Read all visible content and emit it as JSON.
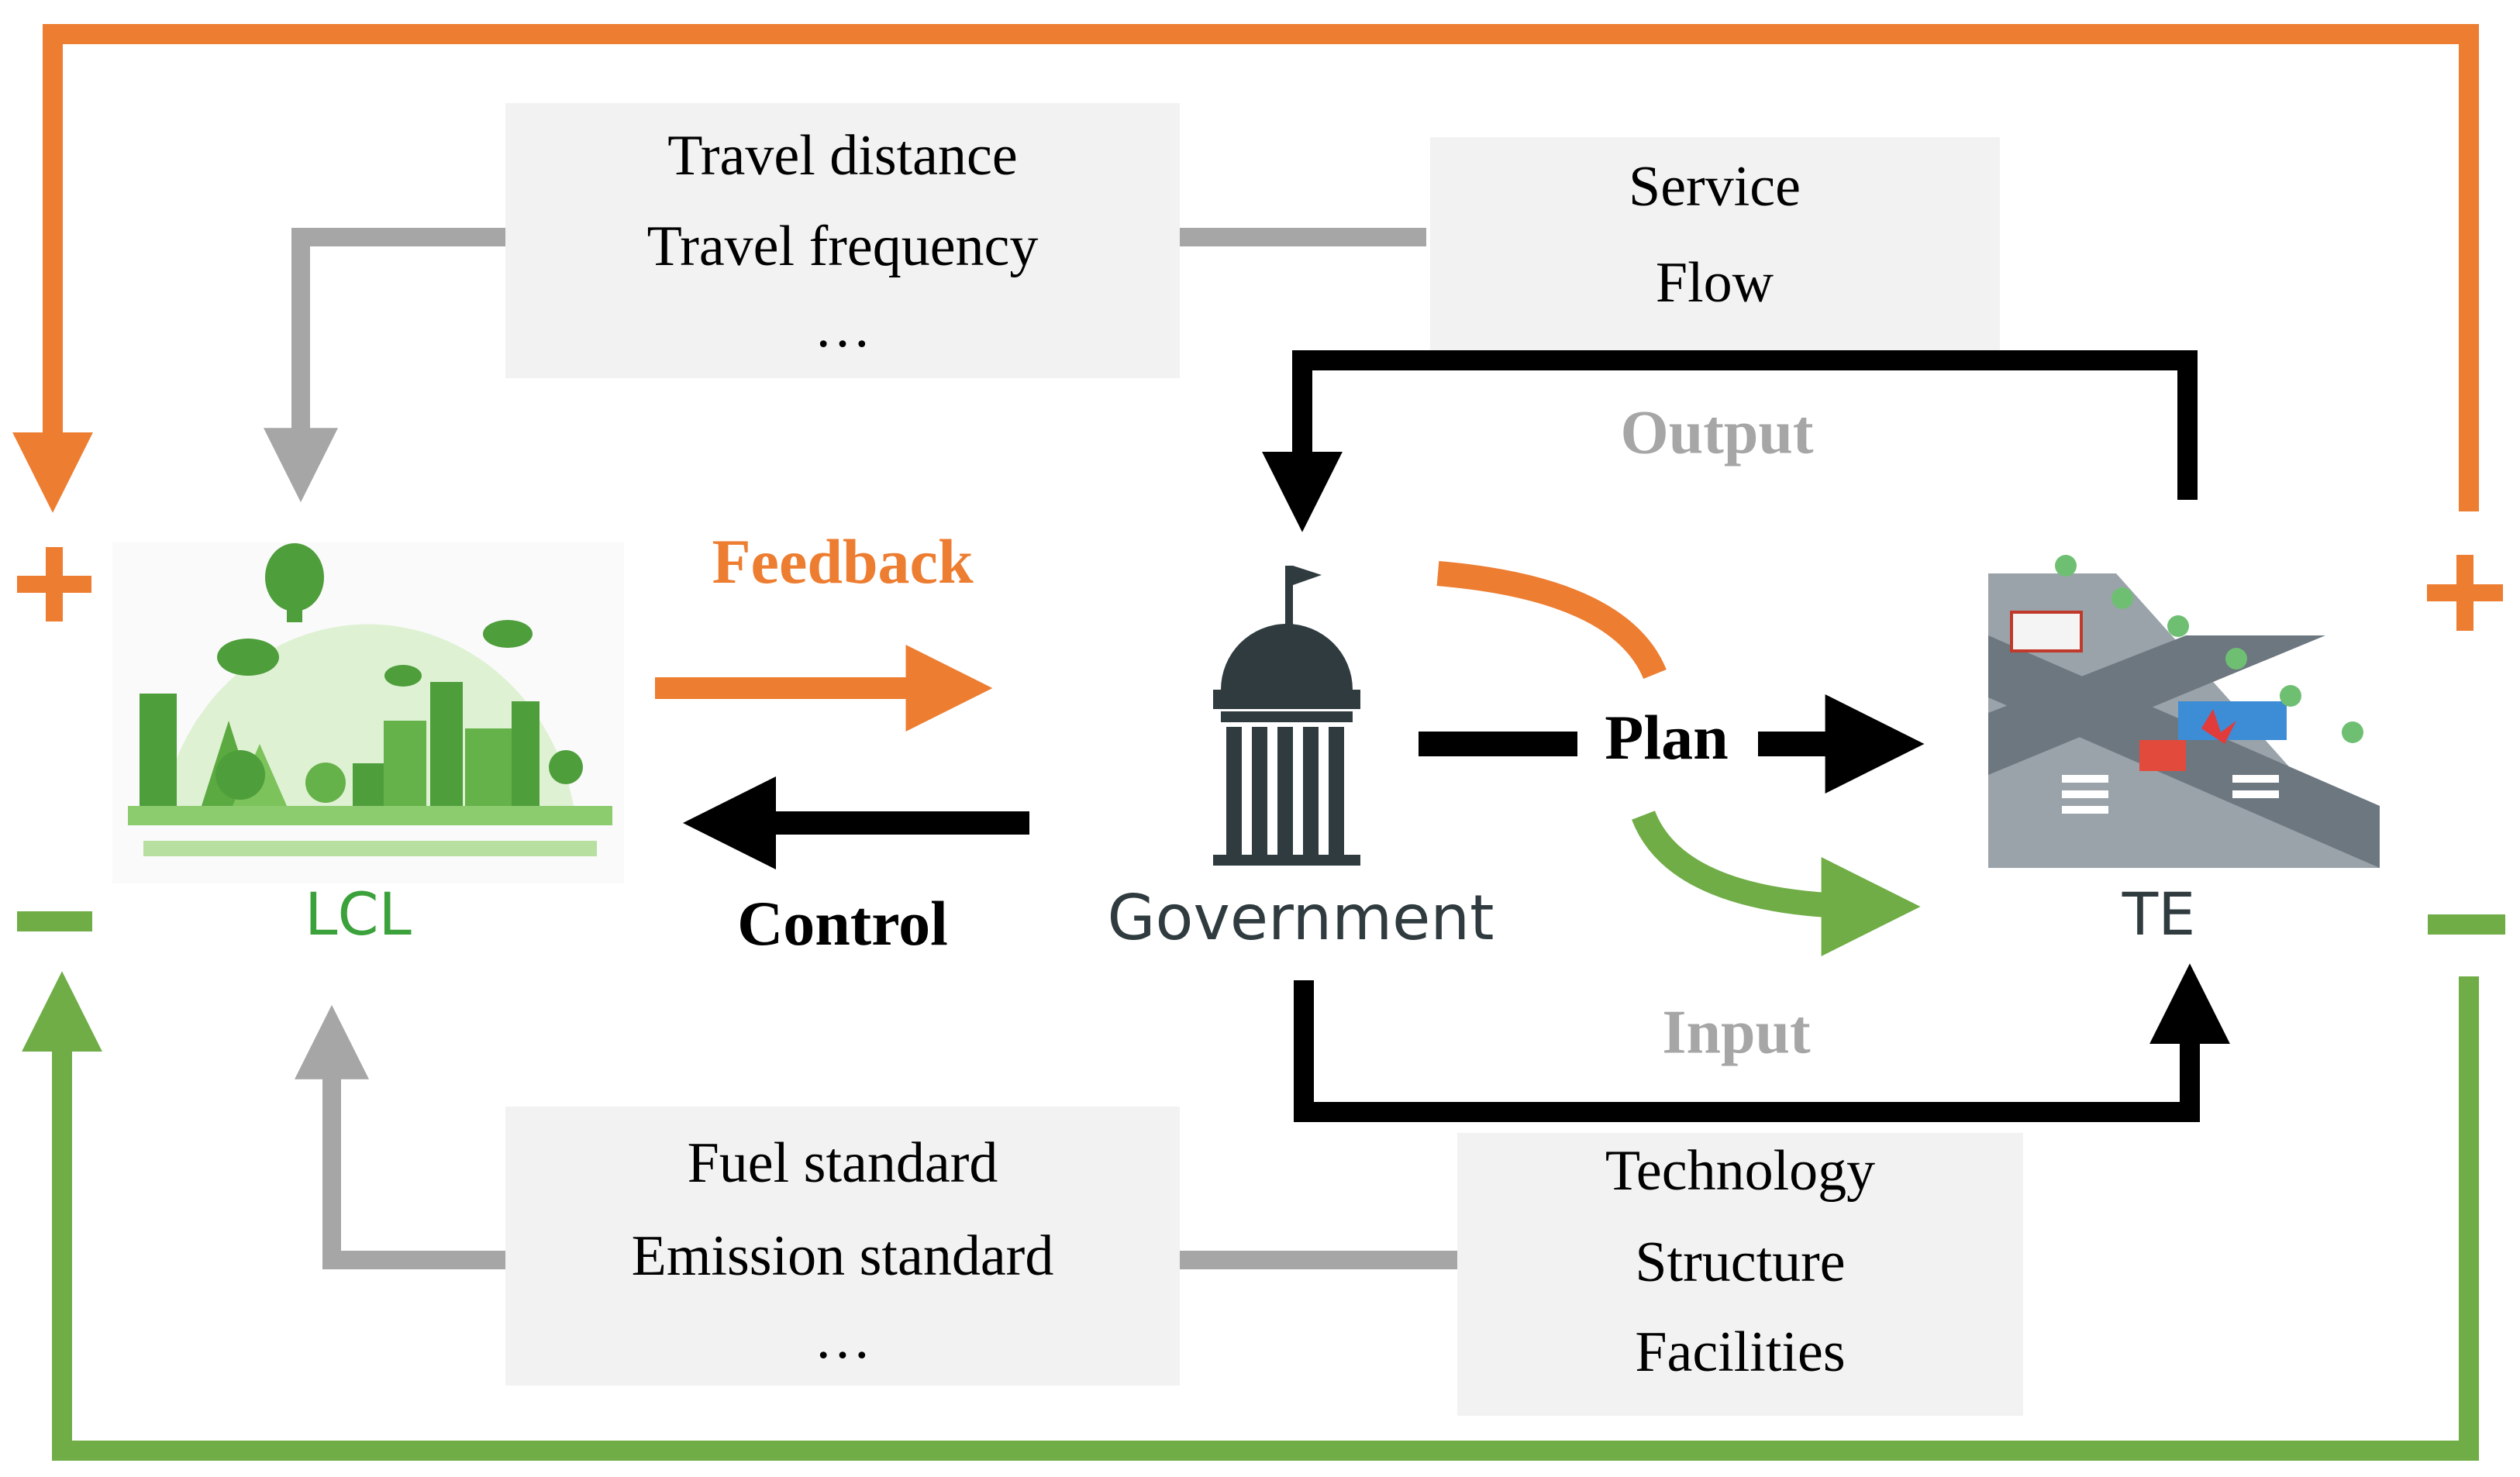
{
  "boxes": {
    "top_left": {
      "lines": [
        "Travel distance",
        "Travel frequency",
        "…"
      ]
    },
    "top_right": {
      "lines": [
        "Service",
        "Flow"
      ]
    },
    "bottom_left": {
      "lines": [
        "Fuel standard",
        "Emission standard",
        "…"
      ]
    },
    "bottom_right": {
      "lines": [
        "Technology",
        "Structure",
        "Facilities"
      ]
    }
  },
  "labels": {
    "feedback": "Feedback",
    "control": "Control",
    "output": "Output",
    "input": "Input",
    "plan": "Plan"
  },
  "nodes": {
    "lcl": "LCL",
    "government": "Government",
    "te": "TE"
  },
  "signs": {
    "plus": "+",
    "minus": "−"
  },
  "colors": {
    "orange": "#ED7D31",
    "green": "#70AD47",
    "gray": "#A6A6A6",
    "black": "#000000",
    "box_fill": "#F2F2F2",
    "lcl_green": "#3BA13B",
    "gov_dark": "#2F3B3F"
  },
  "icons": {
    "lcl": "green-city-icon",
    "government": "capitol-building-icon",
    "te": "traffic-intersection-icon"
  }
}
